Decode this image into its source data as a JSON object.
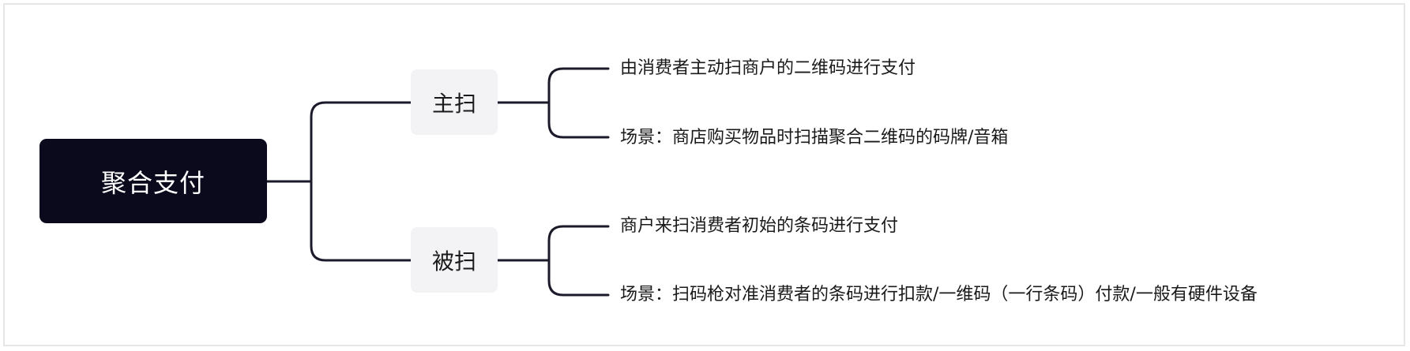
{
  "root": {
    "label": "聚合支付"
  },
  "branches": [
    {
      "label": "主扫",
      "leaves": [
        "由消费者主动扫商户的二维码进行支付",
        "场景：商店购买物品时扫描聚合二维码的码牌/音箱"
      ]
    },
    {
      "label": "被扫",
      "leaves": [
        "商户来扫消费者初始的条码进行支付",
        "场景：扫码枪对准消费者的条码进行扣款/一维码（一行条码）付款/一般有硬件设备"
      ]
    }
  ],
  "colors": {
    "root_bg": "#0b0a1d",
    "root_text": "#ffffff",
    "branch_bg": "#f3f3f5",
    "connector": "#1a1a2a",
    "text": "#1a1a1a"
  }
}
